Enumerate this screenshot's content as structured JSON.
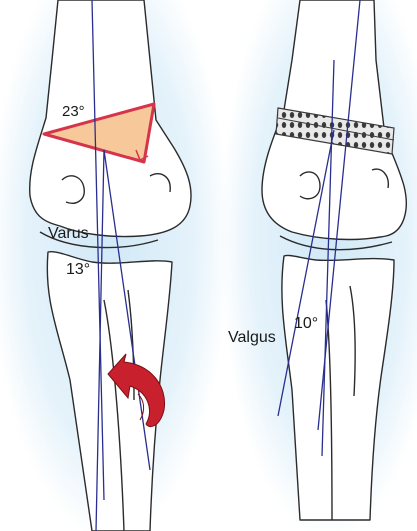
{
  "labels": {
    "left_wedge_angle": "23°",
    "left_deformity": "Varus",
    "left_angle": "13°",
    "right_deformity": "Valgus",
    "right_angle": "10°"
  },
  "colors": {
    "background_glow": "#cfe8f7",
    "bone_outline": "#2b2b2b",
    "axis_lines": "#2a2f8f",
    "wedge_outline": "#d6344a",
    "wedge_fill": "#f6c89a",
    "rotation_arrow": "#c8202c",
    "fixation_plate": "#3a3a3a"
  },
  "icons": {
    "rotation": "curved-rotation-arrow-icon",
    "plate": "fixation-plate-icon"
  }
}
